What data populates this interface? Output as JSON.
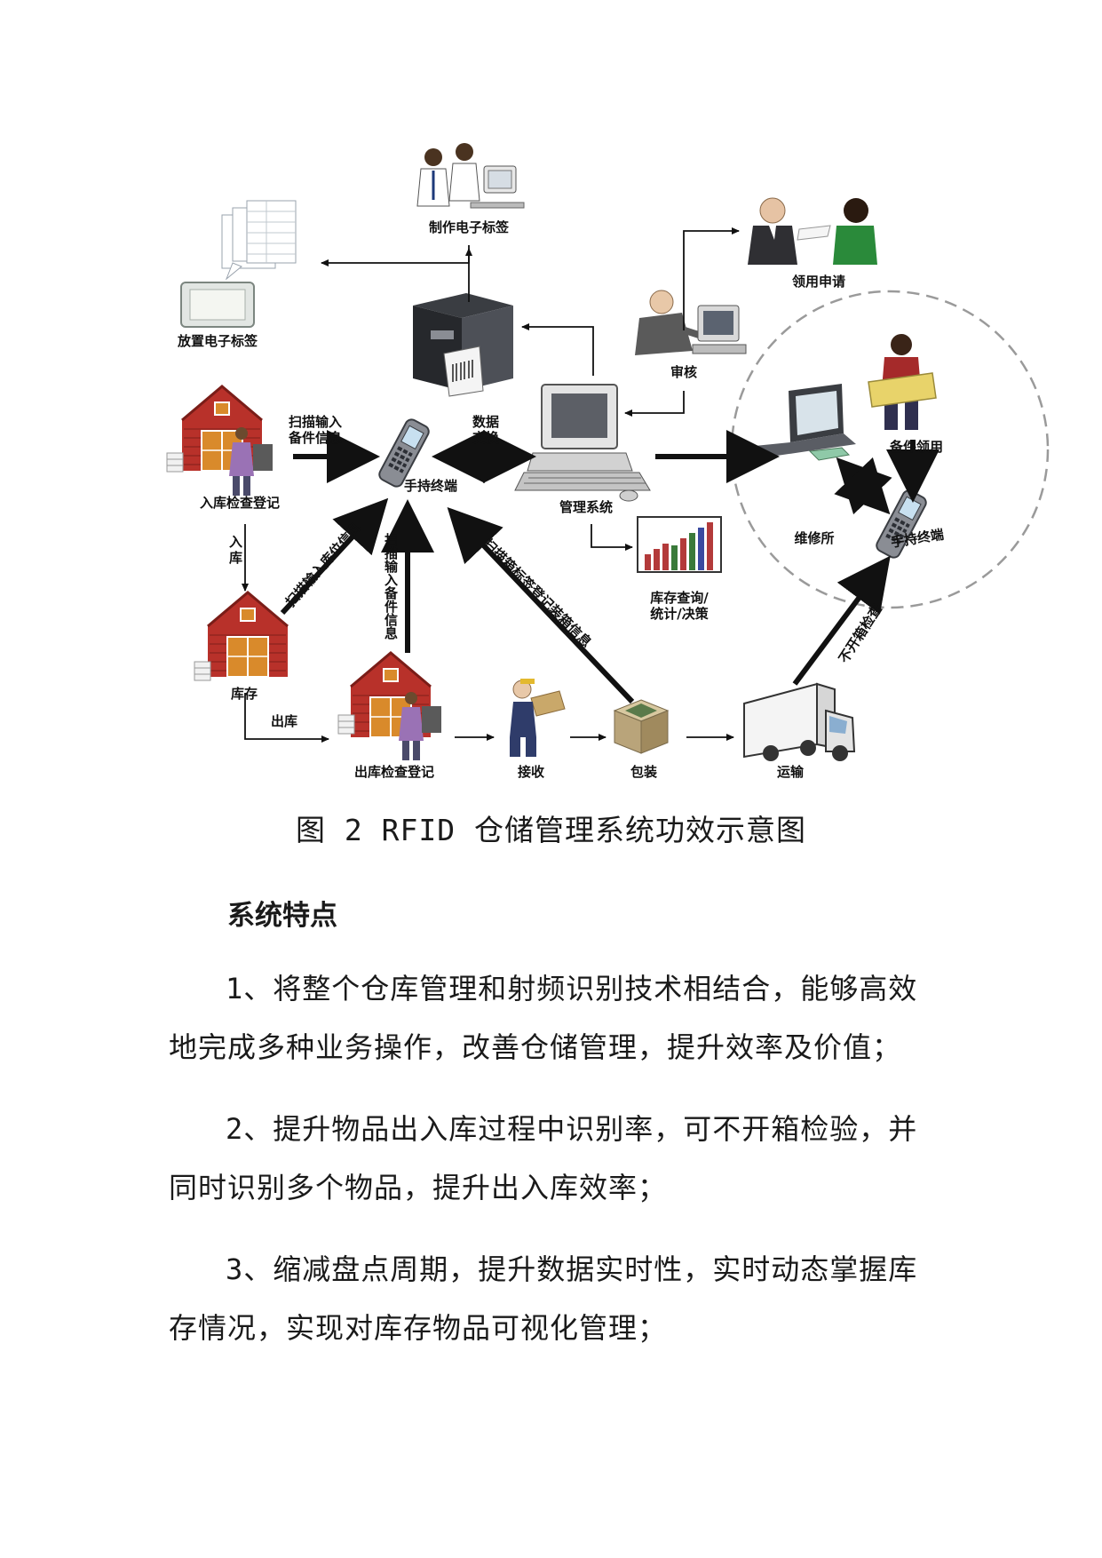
{
  "diagram": {
    "labels": {
      "make_tag": "制作电子标签",
      "place_tag": "放置电子标签",
      "apply": "领用申请",
      "audit": "审核",
      "inbound_check": "入库检查登记",
      "scan_spare_info": "扫描输入\n备件信息",
      "handheld_main": "手持终端",
      "data_exchange": "数据\n交换",
      "mgmt_system": "管理系统",
      "repair_shop": "维修所",
      "spare_pickup": "备件领用",
      "handheld_repair": "手持终端",
      "inbound": "入\n库",
      "scan_location": "扫描输入库位信息",
      "scan_spare_vertical": "扫描输入备件信息",
      "scan_box_tag": "扫描箱标签登记装箱信息",
      "stock_query": "库存查询/\n统计/决策",
      "inventory": "库存",
      "outbound": "出库",
      "outbound_check": "出库检查登记",
      "receive": "接收",
      "pack": "包装",
      "transport": "运输",
      "no_open_check": "不开箱检查"
    }
  },
  "caption": "图 2   RFID 仓储管理系统功效示意图",
  "heading": "系统特点",
  "paragraphs": [
    "1、将整个仓库管理和射频识别技术相结合，能够高效地完成多种业务操作，改善仓储管理，提升效率及价值；",
    "2、提升物品出入库过程中识别率，可不开箱检验，并同时识别多个物品，提升出入库效率；",
    "3、缩减盘点周期，提升数据实时性，实时动态掌握库存情况，实现对库存物品可视化管理；"
  ],
  "colors": {
    "barn_red": "#b8312a",
    "barn_door": "#d98a2b",
    "device_gray": "#8a8d94",
    "arrow": "#111111",
    "dashed_circle": "#9a9a9a"
  }
}
